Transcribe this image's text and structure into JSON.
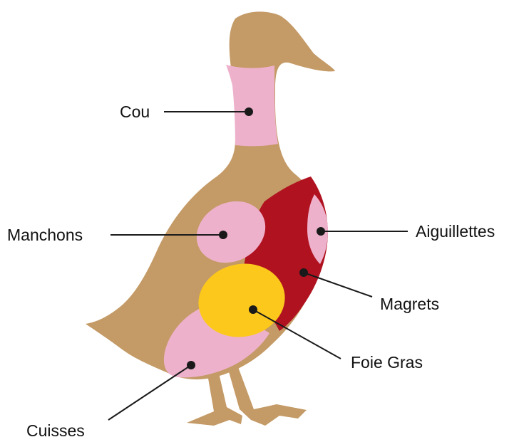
{
  "labels": {
    "cou": "Cou",
    "manchons": "Manchons",
    "aiguillettes": "Aiguillettes",
    "magrets": "Magrets",
    "foie_gras": "Foie Gras",
    "cuisses": "Cuisses"
  },
  "colors": {
    "body": "#C49A66",
    "pink": "#EEB1CB",
    "red": "#B01220",
    "yellow": "#FCC81C",
    "line": "#1A1A1A"
  }
}
